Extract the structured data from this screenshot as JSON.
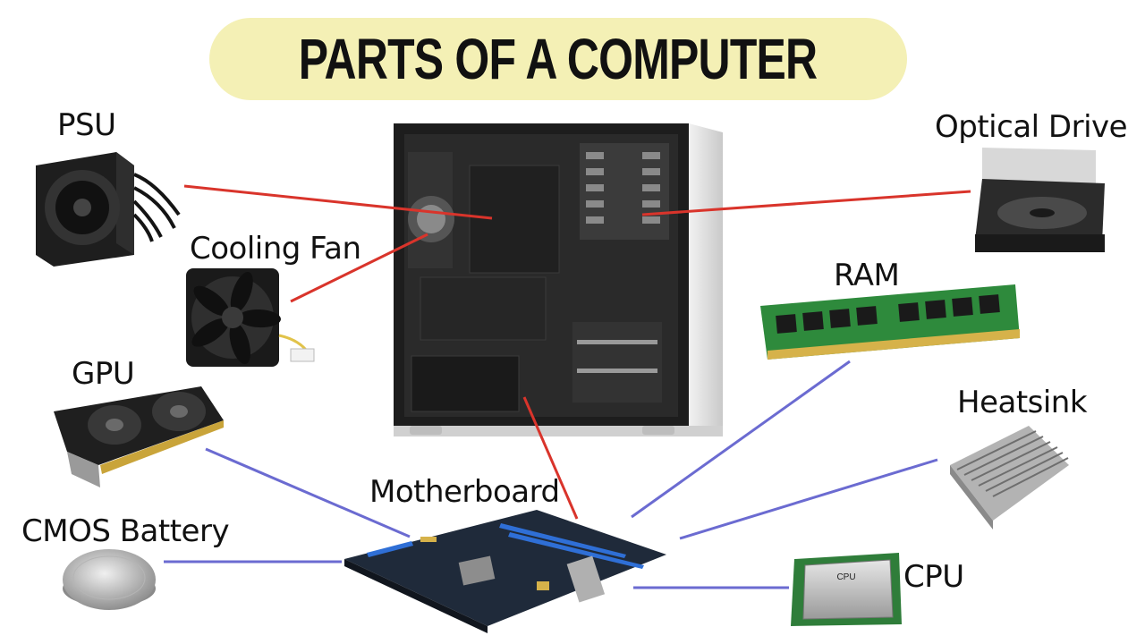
{
  "title": "PARTS OF A COMPUTER",
  "labels": {
    "psu": "PSU",
    "cooling_fan": "Cooling Fan",
    "gpu": "GPU",
    "cmos_battery": "CMOS Battery",
    "motherboard": "Motherboard",
    "optical_drive": "Optical Drive",
    "ram": "RAM",
    "heatsink": "Heatsink",
    "cpu": "CPU",
    "cpu_chip_marking": "CPU"
  },
  "colors": {
    "title_background": "#f4f0b5",
    "connector_case": "#d9342b",
    "connector_motherboard": "#6b6bd1"
  }
}
